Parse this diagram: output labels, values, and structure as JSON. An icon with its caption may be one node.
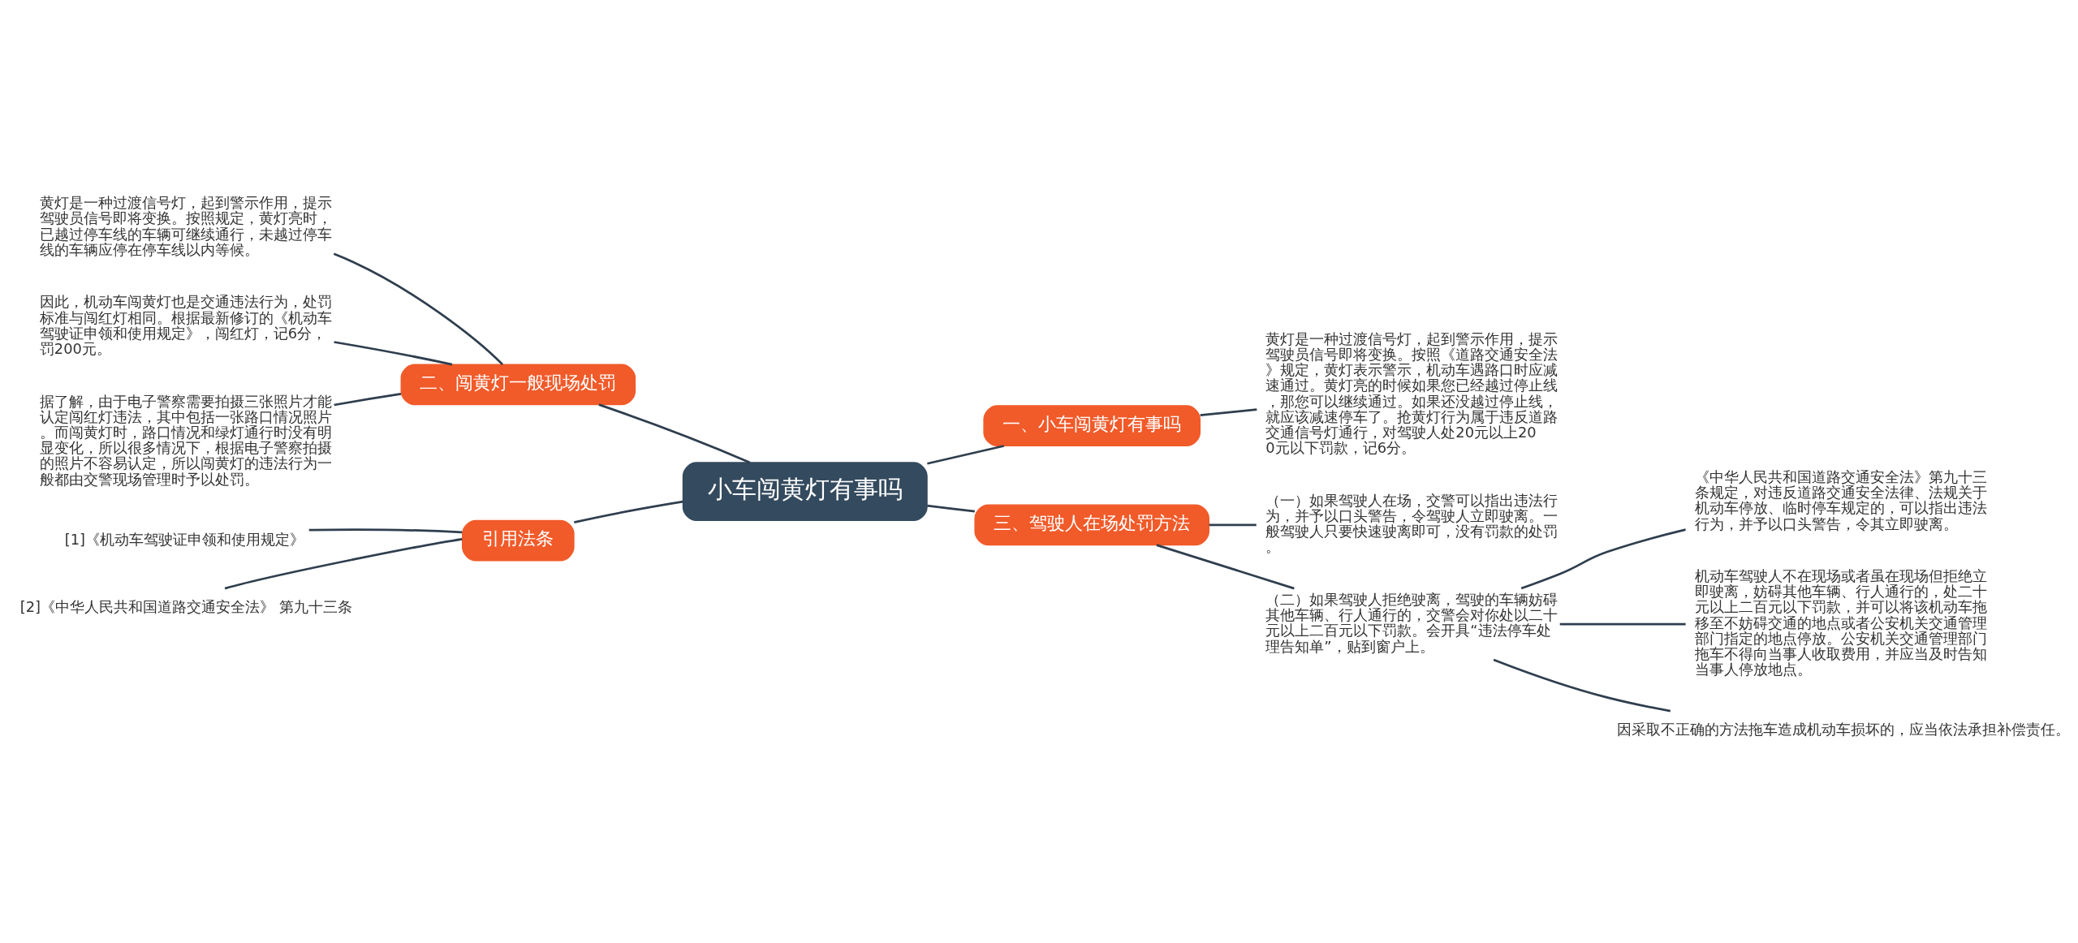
{
  "diagram": {
    "nodes": [
      {
        "text": [
          "小车闯黄灯有事吗"
        ]
      },
      {
        "text": [
          "一、小车闯黄灯有事吗"
        ]
      },
      {
        "text": [
          "黄灯是一种过渡信号灯，起到警示作用，提示驾驶员信号即将变换。按照《道路交通安全法》规定，黄灯表示警示，机动车遇路口时应减速通过。黄灯亮的时候如果您已经越过停止线，那您可以继续通过。如果还没越过停止线，就应该减速停车了。抢黄灯行为属于违反道路交通信号灯通行，对驾驶人处20元以上200元以下罚款，记6分。"
        ]
      },
      {
        "text": [
          "二、闯黄灯一般现场处罚"
        ]
      },
      {
        "text": [
          "黄灯是一种过渡信号灯，起到警示作用，提示驾驶员信号即将变换。按照规定，黄灯亮时，已越过停车线的车辆可继续通行，未越过停车线的车辆应停在停车线以内等候。"
        ]
      },
      {
        "text": [
          "因此，机动车闯黄灯也是交通违法行为，处罚标准与闯红灯相同。根据最新修订的《机动车驾驶证申领和使用规定》，闯红灯，记6分，罚200元。"
        ]
      },
      {
        "text": [
          "据了解，由于电子警察需要拍摄三张照片才能认定闯红灯违法，其中包括一张路口情况照片。而闯黄灯时，路口情况和绿灯通行时没有明显变化，所以很多情况下，根据电子警察拍摄的照片不容易认定，所以闯黄灯的违法行为一般都由交警现场管理时予以处罚。"
        ]
      },
      {
        "text": [
          "三、驾驶人在场处罚方法"
        ]
      },
      {
        "text": [
          "（一）如果驾驶人在场，交警可以指出违法行为，并予以口头警告，令驾驶人立即驶离。一般驾驶人只要快速驶离即可，没有罚款的处罚。"
        ]
      },
      {
        "text": [
          "（二）如果驾驶人拒绝驶离，驾驶的车辆妨碍其他车辆、行人通行的，交警会对你处以二十元以上二百元以下罚款。会开具“违法停车处理告知单”，贴到窗户上。"
        ]
      },
      {
        "text": [
          "《中华人民共和国道路交通安全法》第九十三条规定，对违反道路交通安全法律、法规关于机动车停放、临时停车规定的，可以指出违法行为，并予以口头警告，令其立即驶离。"
        ]
      },
      {
        "text": [
          "机动车驾驶人不在现场或者虽在现场但拒绝立即驶离，妨碍其他车辆、行人通行的，处二十元以上二百元以下罚款，并可以将该机动车拖移至不妨碍交通的地点或者公安机关交通管理部门指定的地点停放。公安机关交通管理部门拖车不得向当事人收取费用，并应当及时告知当事人停放地点。"
        ]
      },
      {
        "text": [
          "因采取不正确的方法拖车造成机动车损坏的，应当依法承担补偿责任。"
        ]
      },
      {
        "text": [
          "引用法条"
        ]
      },
      {
        "text": [
          "[1]《机动车驾驶证申领和使用规定》"
        ]
      },
      {
        "text": [
          "[2]《中华人民共和国道路交通安全法》 第九十三条"
        ]
      }
    ],
    "edges": [
      {
        "from": 0,
        "to": 1,
        "arrow": "none"
      },
      {
        "from": 1,
        "to": 2,
        "arrow": "none"
      },
      {
        "from": 0,
        "to": 3,
        "arrow": "none"
      },
      {
        "from": 3,
        "to": 4,
        "arrow": "none"
      },
      {
        "from": 3,
        "to": 5,
        "arrow": "none"
      },
      {
        "from": 3,
        "to": 6,
        "arrow": "none"
      },
      {
        "from": 0,
        "to": 7,
        "arrow": "none"
      },
      {
        "from": 7,
        "to": 8,
        "arrow": "none"
      },
      {
        "from": 7,
        "to": 9,
        "arrow": "none"
      },
      {
        "from": 9,
        "to": 10,
        "arrow": "none"
      },
      {
        "from": 9,
        "to": 11,
        "arrow": "none"
      },
      {
        "from": 9,
        "to": 12,
        "arrow": "none"
      },
      {
        "from": 0,
        "to": 13,
        "arrow": "none"
      },
      {
        "from": 13,
        "to": 14,
        "arrow": "none"
      },
      {
        "from": 13,
        "to": 15,
        "arrow": "none"
      }
    ]
  }
}
